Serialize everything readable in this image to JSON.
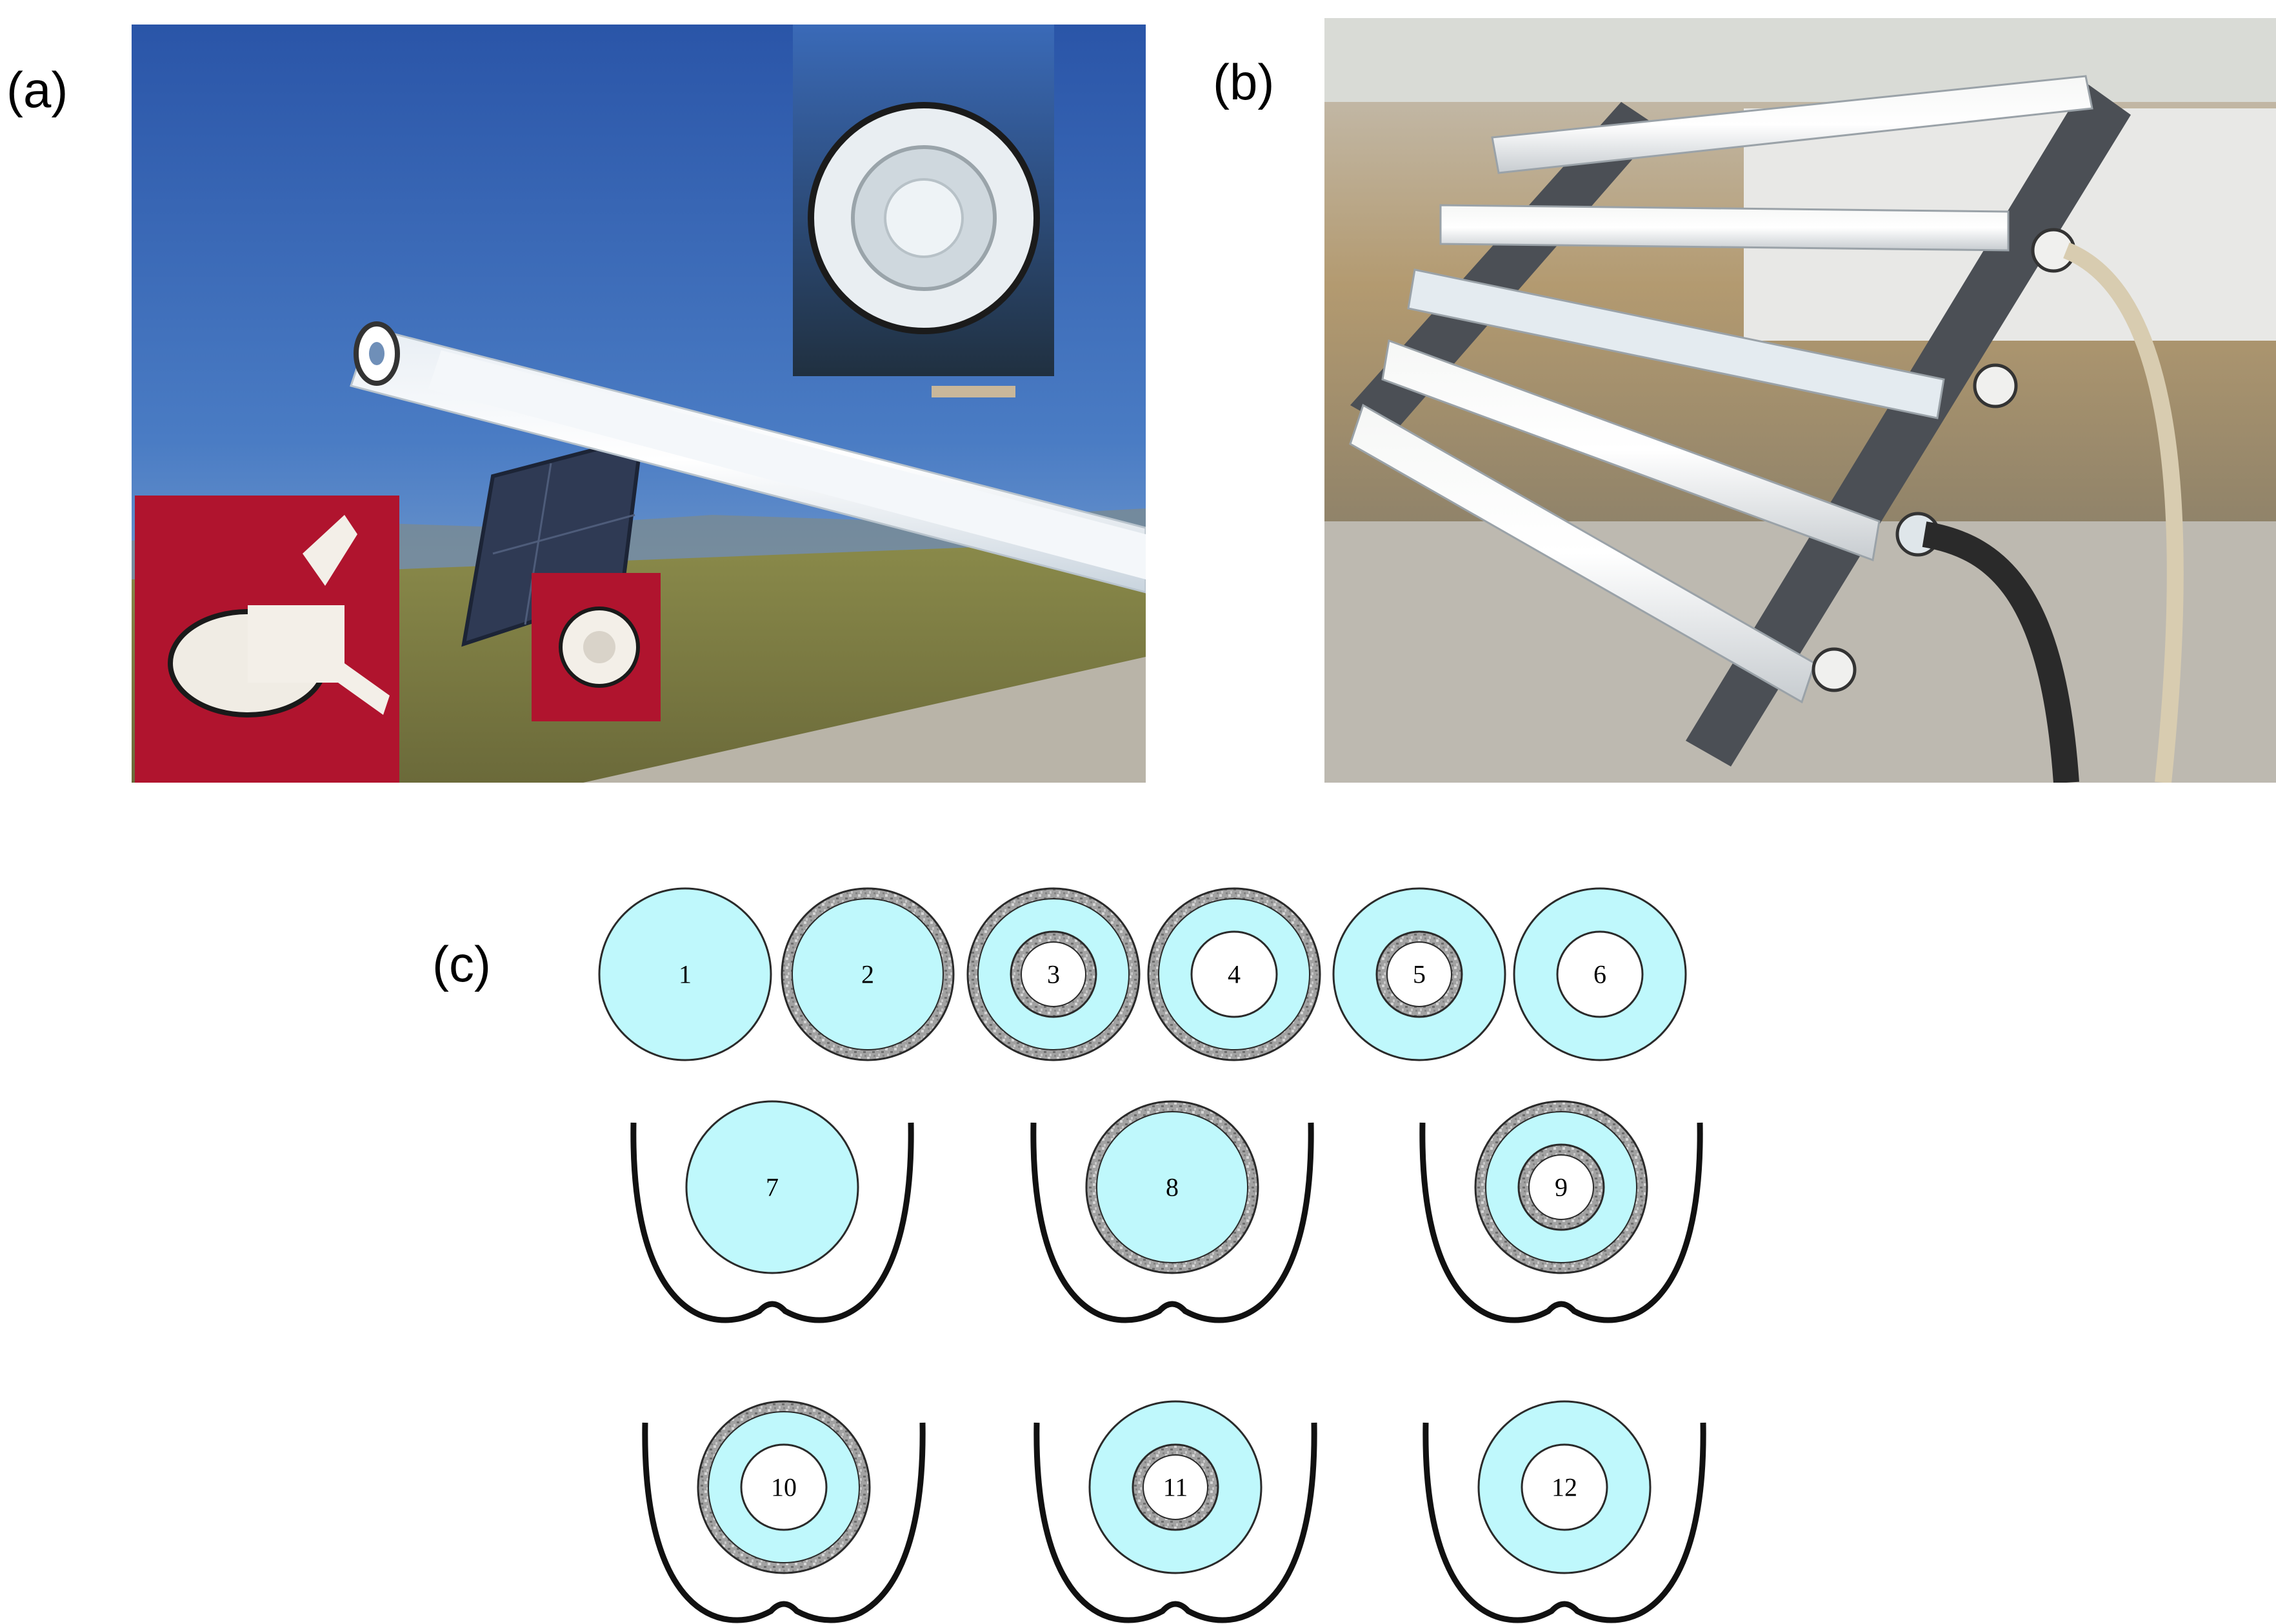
{
  "panels": {
    "a": {
      "label": "(a)"
    },
    "b": {
      "label": "(b)"
    },
    "c": {
      "label": "(c)"
    }
  },
  "colors": {
    "water": "#bff8fc",
    "reflector": "#111111",
    "coating": "#a0a0a0",
    "outline": "#2a2a2a"
  },
  "diagram": {
    "configurations": [
      {
        "id": "1",
        "label": "1",
        "reflector": false,
        "outer_coating": false,
        "inner_tube": false,
        "inner_coating": false
      },
      {
        "id": "2",
        "label": "2",
        "reflector": false,
        "outer_coating": true,
        "inner_tube": false,
        "inner_coating": false
      },
      {
        "id": "3",
        "label": "3",
        "reflector": false,
        "outer_coating": true,
        "inner_tube": true,
        "inner_coating": true
      },
      {
        "id": "4",
        "label": "4",
        "reflector": false,
        "outer_coating": true,
        "inner_tube": true,
        "inner_coating": false
      },
      {
        "id": "5",
        "label": "5",
        "reflector": false,
        "outer_coating": false,
        "inner_tube": true,
        "inner_coating": true
      },
      {
        "id": "6",
        "label": "6",
        "reflector": false,
        "outer_coating": false,
        "inner_tube": true,
        "inner_coating": false
      },
      {
        "id": "7",
        "label": "7",
        "reflector": true,
        "outer_coating": false,
        "inner_tube": false,
        "inner_coating": false
      },
      {
        "id": "8",
        "label": "8",
        "reflector": true,
        "outer_coating": true,
        "inner_tube": false,
        "inner_coating": false
      },
      {
        "id": "9",
        "label": "9",
        "reflector": true,
        "outer_coating": true,
        "inner_tube": true,
        "inner_coating": true
      },
      {
        "id": "10",
        "label": "10",
        "reflector": true,
        "outer_coating": true,
        "inner_tube": true,
        "inner_coating": false
      },
      {
        "id": "11",
        "label": "11",
        "reflector": true,
        "outer_coating": false,
        "inner_tube": true,
        "inner_coating": true
      },
      {
        "id": "12",
        "label": "12",
        "reflector": true,
        "outer_coating": false,
        "inner_tube": true,
        "inner_coating": false
      }
    ]
  }
}
